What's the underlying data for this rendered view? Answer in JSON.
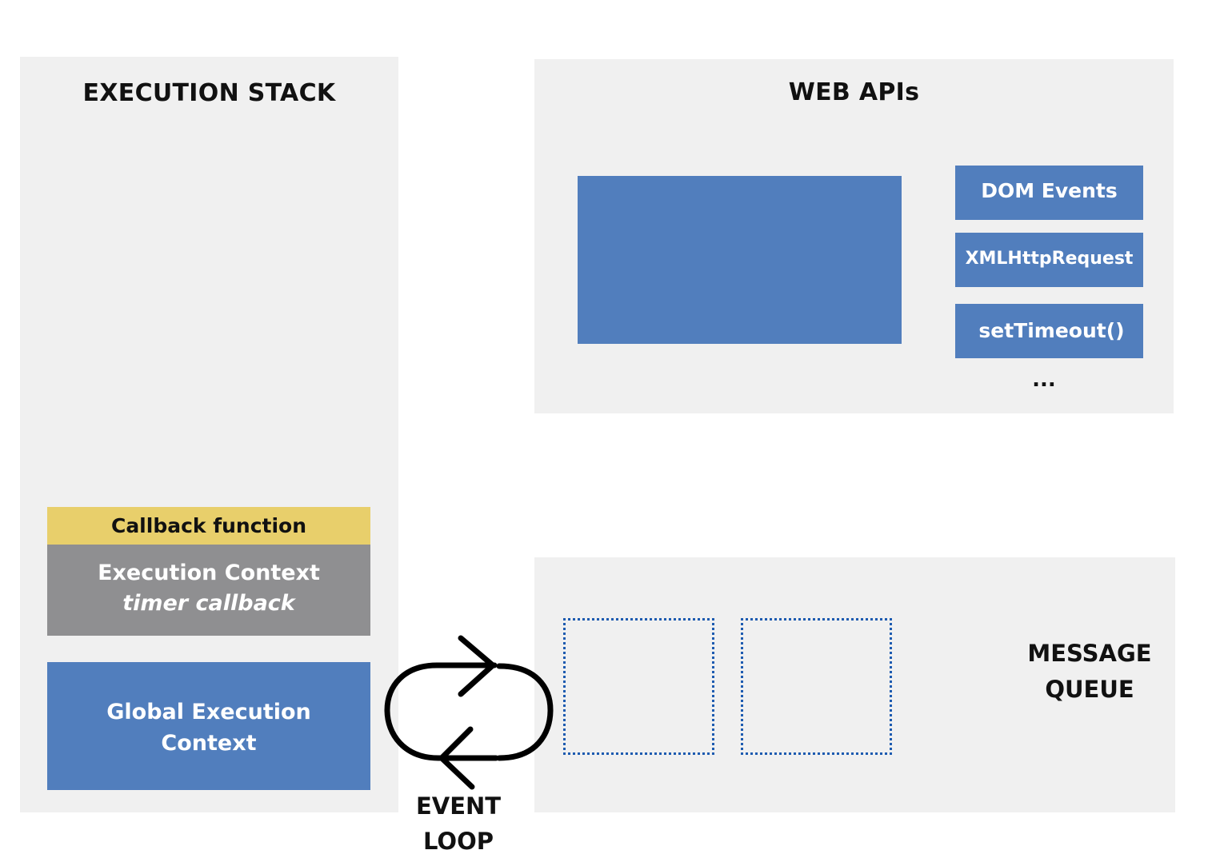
{
  "execution_stack": {
    "title": "EXECUTION STACK",
    "callback_label": "Callback function",
    "context_line1": "Execution Context",
    "context_line2": "timer callback",
    "global_line1": "Global Execution",
    "global_line2": "Context"
  },
  "web_apis": {
    "title": "WEB APIs",
    "items": [
      "DOM Events",
      "XMLHttpRequest",
      "setTimeout()"
    ],
    "more": "..."
  },
  "message_queue": {
    "label_line1": "MESSAGE",
    "label_line2": "QUEUE"
  },
  "event_loop": {
    "label_line1": "EVENT",
    "label_line2": "LOOP"
  },
  "colors": {
    "panel_bg": "#f0f0f0",
    "blue": "#517ebd",
    "yellow": "#e8cf6b",
    "gray": "#8f8f91",
    "slot_border": "#1d5bb0"
  }
}
